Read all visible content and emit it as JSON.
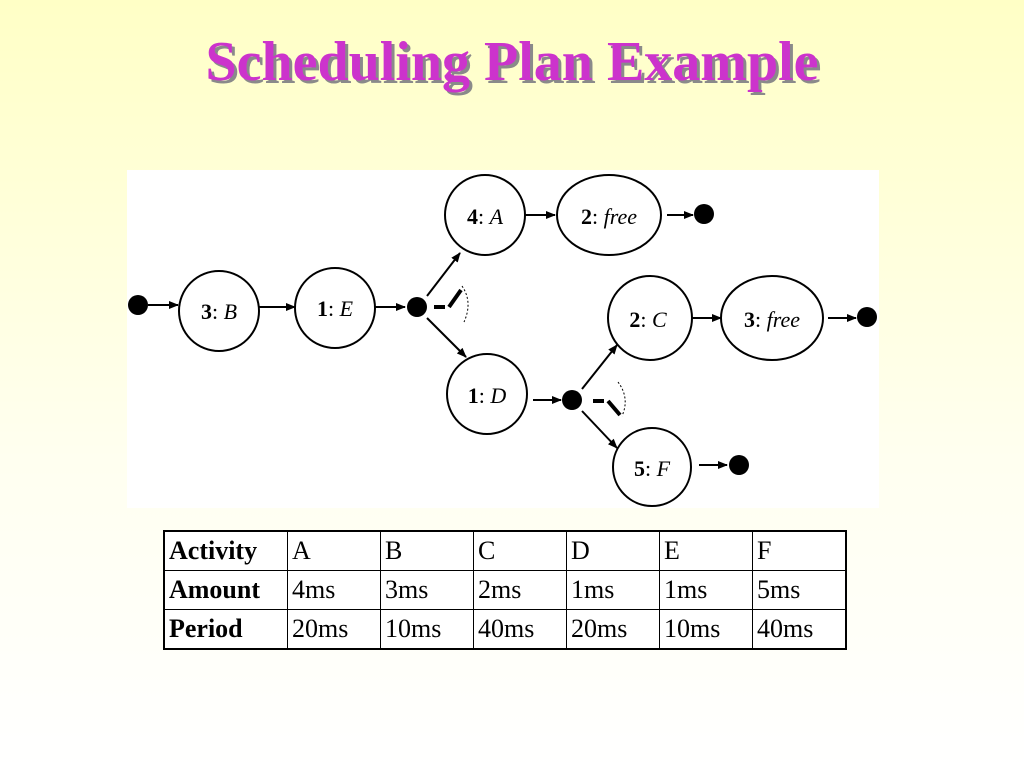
{
  "slide": {
    "title": "Scheduling Plan Example"
  },
  "diagram": {
    "nodes": [
      {
        "id": "B",
        "priority": "3",
        "activity": "B"
      },
      {
        "id": "E",
        "priority": "1",
        "activity": "E"
      },
      {
        "id": "A",
        "priority": "4",
        "activity": "A"
      },
      {
        "id": "free1",
        "priority": "2",
        "activity": "free"
      },
      {
        "id": "D",
        "priority": "1",
        "activity": "D"
      },
      {
        "id": "C",
        "priority": "2",
        "activity": "C"
      },
      {
        "id": "free2",
        "priority": "3",
        "activity": "free"
      },
      {
        "id": "F",
        "priority": "5",
        "activity": "F"
      }
    ],
    "separator": ": "
  },
  "table": {
    "header": [
      "Activity",
      "A",
      "B",
      "C",
      "D",
      "E",
      "F"
    ],
    "rows": [
      {
        "label": "Amount",
        "values": [
          "4ms",
          "3ms",
          "2ms",
          "1ms",
          "1ms",
          "5ms"
        ]
      },
      {
        "label": "Period",
        "values": [
          "20ms",
          "10ms",
          "40ms",
          "20ms",
          "10ms",
          "40ms"
        ]
      }
    ]
  }
}
